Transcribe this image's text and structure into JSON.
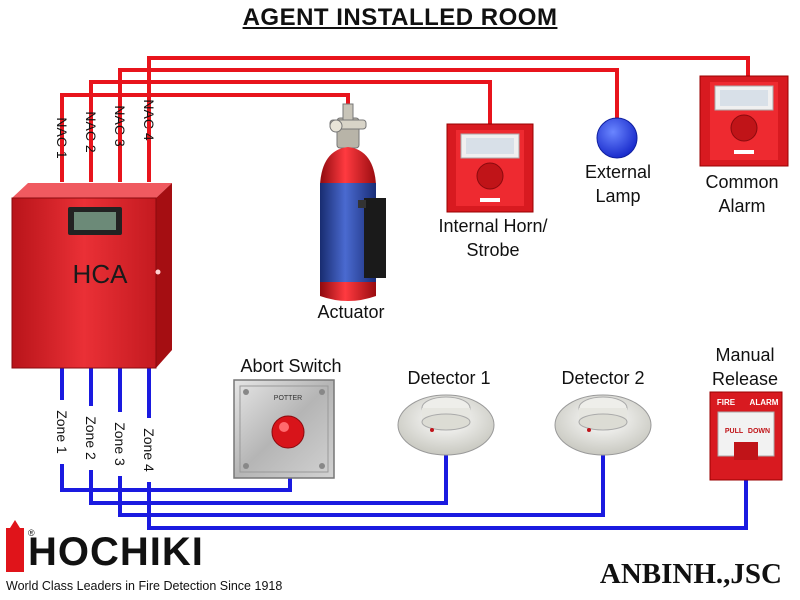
{
  "title": "AGENT INSTALLED ROOM",
  "panel": {
    "label": "HCA"
  },
  "nac_labels": [
    "NAC 1",
    "NAC 2",
    "NAC 3",
    "NAC 4"
  ],
  "zone_labels": [
    "Zone 1",
    "Zone 2",
    "Zone 3",
    "Zone 4"
  ],
  "devices": {
    "actuator": "Actuator",
    "internal_horn_line1": "Internal Horn/",
    "internal_horn_line2": "Strobe",
    "external_lamp_line1": "External",
    "external_lamp_line2": "Lamp",
    "common_alarm_line1": "Common",
    "common_alarm_line2": "Alarm",
    "abort_switch": "Abort Switch",
    "detector_1": "Detector 1",
    "detector_2": "Detector 2",
    "manual_release_line1": "Manual",
    "manual_release_line2": "Release"
  },
  "small_text": {
    "abort_brand": "POTTER",
    "manual_fire": "FIRE",
    "manual_alarm": "ALARM",
    "manual_pull": "PULL",
    "manual_down": "DOWN"
  },
  "logo": {
    "name": "HOCHIKI",
    "tagline": "World Class Leaders in Fire Detection Since 1918",
    "registered": "®"
  },
  "company": "ANBINH.,JSC",
  "colors": {
    "nac_wire": "#e8141c",
    "zone_wire": "#1a1ae0",
    "panel": "#e0262c",
    "cylinder_red": "#d8141a",
    "cylinder_blue": "#2a4aa8",
    "lamp": "#2244ee"
  }
}
